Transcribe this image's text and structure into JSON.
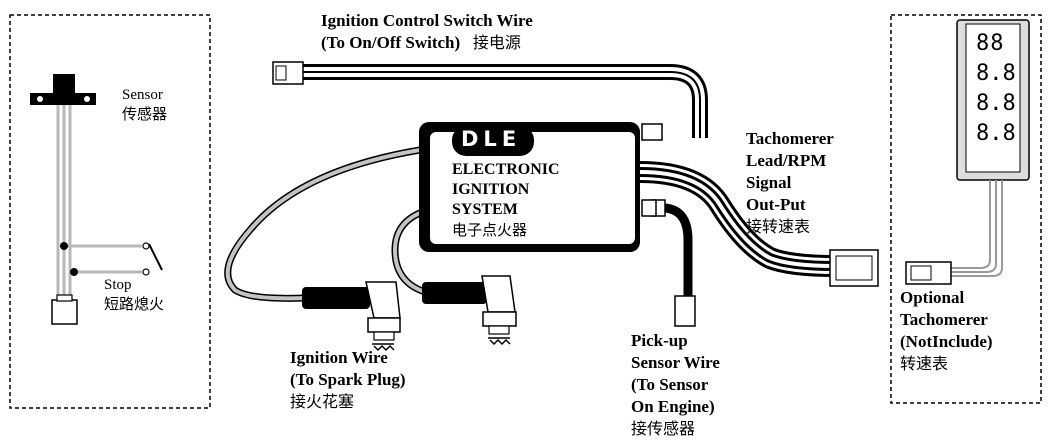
{
  "title_line1": "Ignition Control Switch Wire",
  "title_line2": "(To On/Off Switch)",
  "title_zh": "接电源",
  "sensor_en": "Sensor",
  "sensor_zh": "传感器",
  "stop_en": "Stop",
  "stop_zh": "短路熄火",
  "unit_brand": "DLE",
  "unit_line1": "ELECTRONIC",
  "unit_line2": "IGNITION",
  "unit_line3": "SYSTEM",
  "unit_zh": "电子点火器",
  "tach_line1": "Tachomerer",
  "tach_line2": "Lead/RPM",
  "tach_line3": "Signal",
  "tach_line4": "Out-Put",
  "tach_zh": "接转速表",
  "ign_line1": "Ignition Wire",
  "ign_line2": "(To Spark Plug)",
  "ign_zh": "接火花塞",
  "pick_line1": "Pick-up",
  "pick_line2": "Sensor Wire",
  "pick_line3": "(To Sensor",
  "pick_line4": "On Engine)",
  "pick_zh": "接传感器",
  "opt_line1": "Optional",
  "opt_line2": "Tachomerer",
  "opt_line3": "(NotInclude)",
  "opt_zh": "转速表",
  "display_digits": [
    "88",
    "8.8",
    "8.8",
    "8.8"
  ]
}
